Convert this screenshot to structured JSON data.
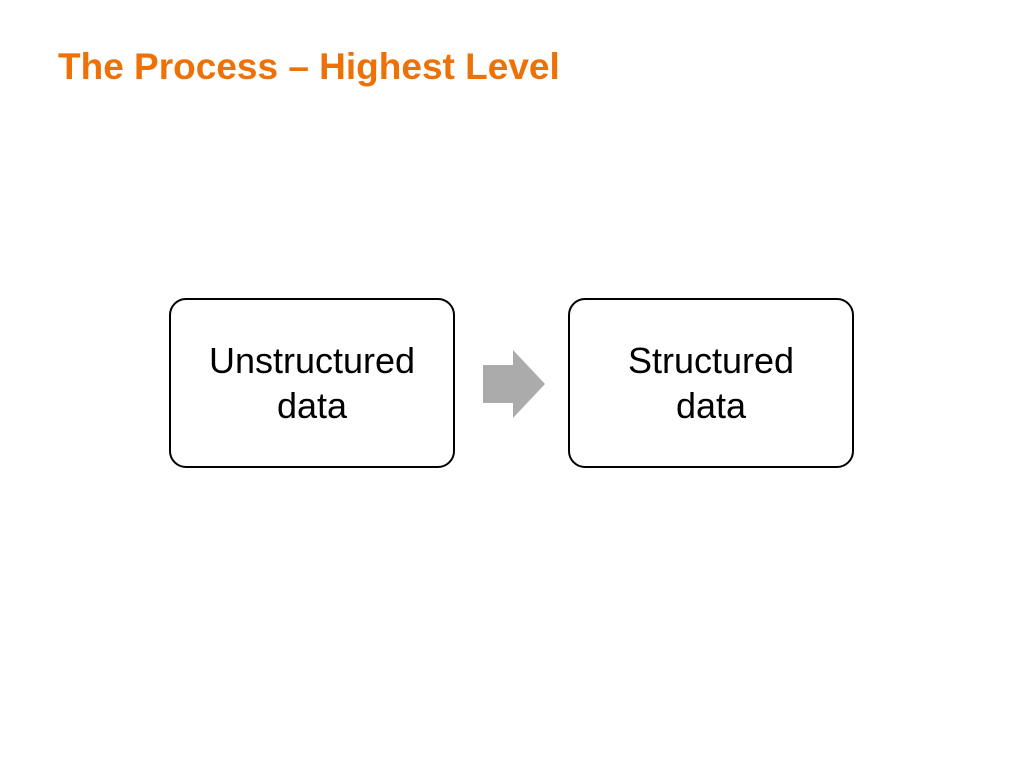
{
  "slide": {
    "title": "The Process – Highest Level"
  },
  "diagram": {
    "boxes": [
      {
        "label": "Unstructured data"
      },
      {
        "label": "Structured data"
      }
    ],
    "arrow_icon": "right-block-arrow"
  },
  "colors": {
    "background": "#ffffff",
    "title": "#ED7107",
    "box_border": "#000000",
    "box_text": "#000000",
    "arrow": "#ABABAB"
  }
}
